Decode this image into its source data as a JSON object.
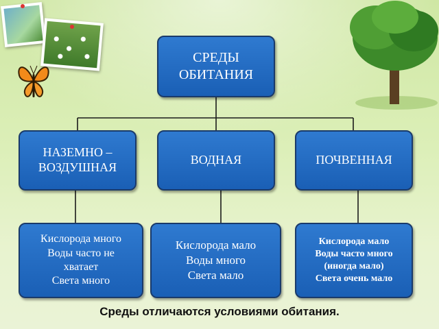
{
  "diagram": {
    "root": "СРЕДЫ\nОБИТАНИЯ",
    "habitats": [
      {
        "name": "НАЗЕМНО –\nВОЗДУШНАЯ",
        "conditions": "Кислорода много\nВоды часто не\nхватает\nСвета много"
      },
      {
        "name": "ВОДНАЯ",
        "conditions": "Кислорода мало\nВоды много\nСвета мало"
      },
      {
        "name": "ПОЧВЕННАЯ",
        "conditions": "Кислорода мало\nВоды часто много\n(иногда мало)\nСвета очень мало"
      }
    ]
  },
  "caption": "Среды отличаются условиями обитания.",
  "colors": {
    "box_fill": "#1f66bd",
    "box_border": "#1a3a6a",
    "line": "#1a1a1a",
    "background": "#dcefb8"
  },
  "icons": [
    "butterfly-icon",
    "tree-icon",
    "meadow-photo",
    "flowers-photo"
  ]
}
